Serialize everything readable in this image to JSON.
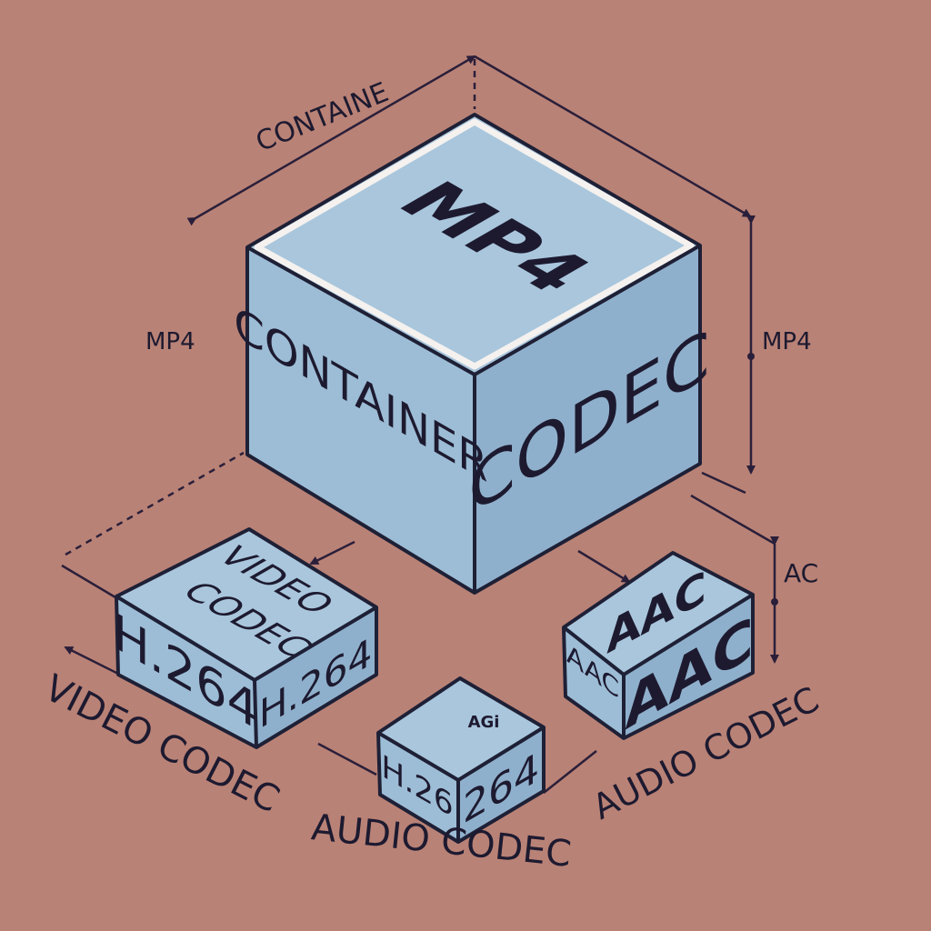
{
  "container_box": {
    "top_label": "MP4",
    "left_label": "CONTAINER",
    "right_label": "CODEC"
  },
  "video_box": {
    "top_label_line1": "VIDEO",
    "top_label_line2": "CODEC",
    "left_label": "H.264",
    "right_label": "H.264"
  },
  "middle_box": {
    "top_label": "AGi",
    "left_label": "H.26",
    "right_label": "264"
  },
  "audio_box": {
    "top_label": "AAC",
    "left_label": "AAC",
    "right_label": "AAC"
  },
  "annotations": {
    "top_dimension": "CONTAINE",
    "left_side": "MP4",
    "right_side": "MP4",
    "right_small": "AC",
    "video_caption": "VIDEO CODEC",
    "audio_caption_bottom": "AUDIO CODEC",
    "audio_caption_right": "AUDIO CODEC"
  },
  "colors": {
    "background": "#b98276",
    "box_face": "#a9c6dc",
    "outline": "#1e2036",
    "text": "#1d1a30"
  }
}
